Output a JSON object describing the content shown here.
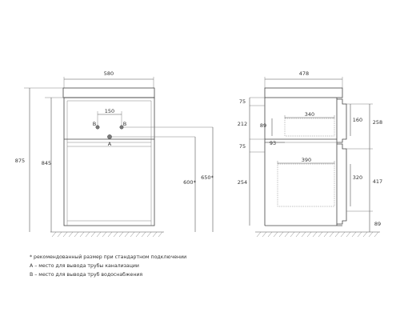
{
  "front": {
    "width": "580",
    "height_total": "875",
    "height_body": "845",
    "spacing_b": "150",
    "label_b_left": "B",
    "label_b_right": "B",
    "label_a": "A",
    "height_a": "600*",
    "height_b": "650*"
  },
  "side": {
    "depth": "478",
    "d75_top": "75",
    "d212": "212",
    "d89_left": "89",
    "d340": "340",
    "d160": "160",
    "d258": "258",
    "d75_mid": "75",
    "d93": "93",
    "d390": "390",
    "d254": "254",
    "d320": "320",
    "d417": "417",
    "d89_bottom": "89"
  },
  "notes": [
    "* рекомендованный размер при стандартном подключении",
    "A – место для вывода трубы канализации",
    "B – место для вывода труб водоснабжения"
  ],
  "colors": {
    "line": "#555555",
    "text": "#333333",
    "outlet": "#7a7a7a"
  }
}
